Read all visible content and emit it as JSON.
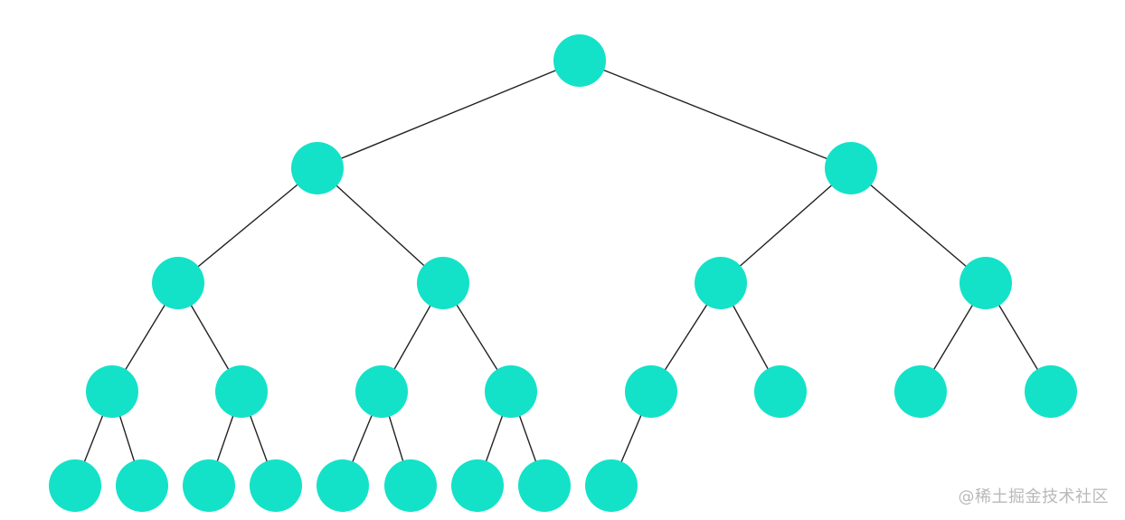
{
  "colors": {
    "node_fill": "#13e2c8",
    "edge_stroke": "#222222",
    "background": "#ffffff",
    "watermark": "#b9b9b9"
  },
  "tree": {
    "type": "complete-binary-tree",
    "levels": 5,
    "node_count": 24,
    "level_counts": [
      1,
      2,
      4,
      8,
      9
    ]
  },
  "watermark": {
    "text": "@稀土掘金技术社区"
  }
}
